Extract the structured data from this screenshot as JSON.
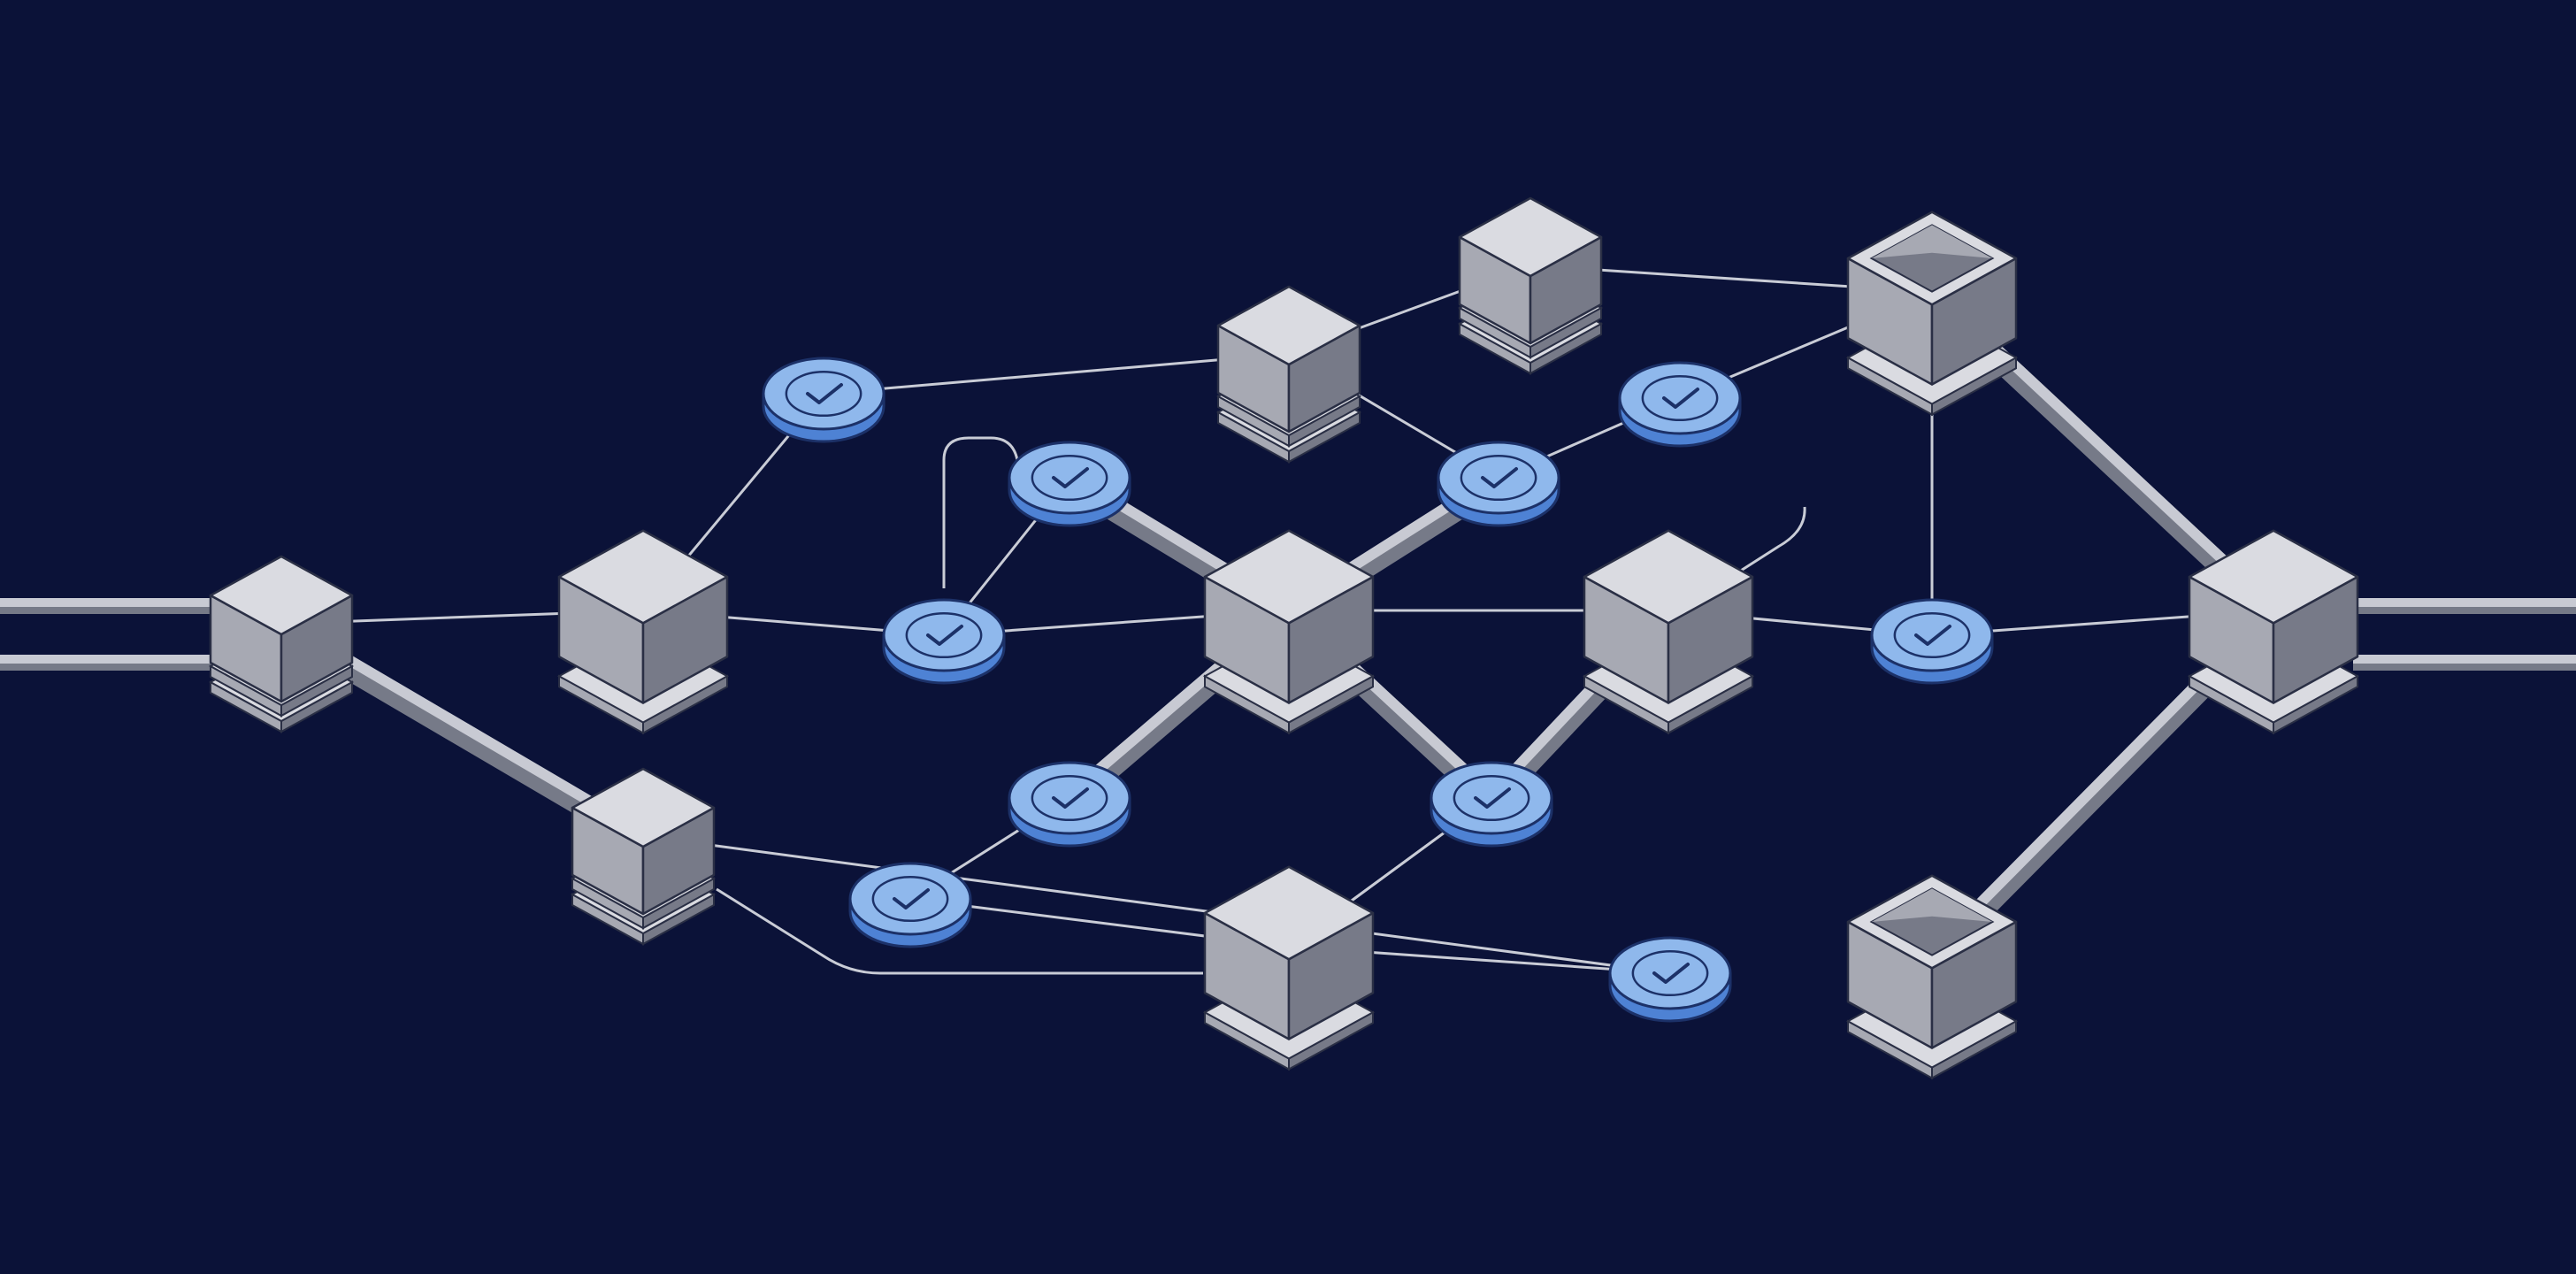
{
  "colors": {
    "background": "#0b1238",
    "connector": "#c9ccd6",
    "pipe_light": "#c8cad3",
    "pipe_dark": "#767a88",
    "cube_top": "#dadbe1",
    "cube_left": "#a7a9b3",
    "cube_right": "#777a88",
    "cube_outline": "#2a2f45",
    "coin_face": "#8fb8ec",
    "coin_side": "#4e82d4",
    "coin_outline": "#1c3168",
    "check": "#1c3168"
  },
  "node_icons": {
    "block": "cube-icon",
    "open_block": "open-cube-icon",
    "validation": "check-coin-icon"
  },
  "diagram": {
    "blocks": [
      {
        "id": "b1",
        "type": "stacked"
      },
      {
        "id": "b2",
        "type": "single"
      },
      {
        "id": "b3",
        "type": "stacked"
      },
      {
        "id": "b4",
        "type": "stacked"
      },
      {
        "id": "b5",
        "type": "stacked"
      },
      {
        "id": "b6",
        "type": "open"
      },
      {
        "id": "b7",
        "type": "single"
      },
      {
        "id": "b8",
        "type": "single"
      },
      {
        "id": "b9",
        "type": "single"
      },
      {
        "id": "b10",
        "type": "single"
      },
      {
        "id": "b11",
        "type": "open"
      }
    ],
    "validations": [
      {
        "id": "v1"
      },
      {
        "id": "v2"
      },
      {
        "id": "v3"
      },
      {
        "id": "v4"
      },
      {
        "id": "v5"
      },
      {
        "id": "v6"
      },
      {
        "id": "v7"
      },
      {
        "id": "v8"
      },
      {
        "id": "v9"
      },
      {
        "id": "v10"
      }
    ],
    "thin_links": [
      [
        "b1",
        "b2"
      ],
      [
        "b2",
        "v3"
      ],
      [
        "v3",
        "b7"
      ],
      [
        "b7",
        "b8"
      ],
      [
        "b8",
        "v10"
      ],
      [
        "v10",
        "b9"
      ],
      [
        "v1",
        "b4"
      ],
      [
        "b4",
        "b5"
      ],
      [
        "b5",
        "b6"
      ],
      [
        "b4",
        "v6"
      ],
      [
        "v6",
        "v7"
      ],
      [
        "v7",
        "b6"
      ],
      [
        "b6",
        "v10"
      ],
      [
        "b2",
        "v1"
      ],
      [
        "v3",
        "v2"
      ],
      [
        "v4",
        "v5"
      ],
      [
        "v8",
        "b10"
      ],
      [
        "v5",
        "b10"
      ],
      [
        "v9",
        "b3"
      ],
      [
        "b10",
        "v8"
      ],
      [
        "b10",
        "v9"
      ]
    ],
    "thick_links": [
      [
        "b1",
        "b3"
      ],
      [
        "v2",
        "b7"
      ],
      [
        "b7",
        "v6"
      ],
      [
        "b7",
        "v4"
      ],
      [
        "b7",
        "v8"
      ],
      [
        "v8",
        "b8"
      ],
      [
        "b6",
        "b9"
      ],
      [
        "b9",
        "b11"
      ]
    ]
  }
}
